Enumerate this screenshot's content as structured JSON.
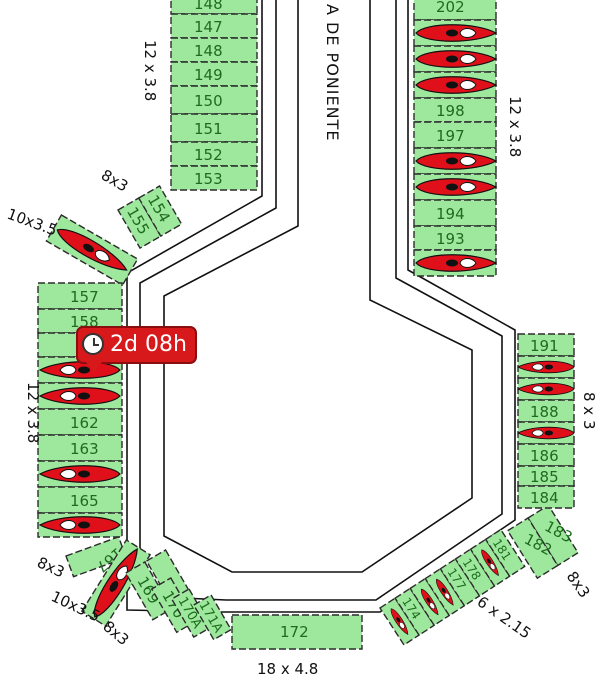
{
  "street_name": "A DE PONIENTE",
  "tooltip": {
    "duration": "2d 08h",
    "icon": "clock-icon"
  },
  "colors": {
    "free_berth": "#9ee89e",
    "boat": "#e0101a",
    "berth_border": "#2b2b2b"
  },
  "dimensions": {
    "top_left": "12 x 3.8",
    "top_right": "12 x 3.8",
    "left_mid": "12 x 3.8",
    "right_mid": "8 x 3",
    "bottom_center": "18 x 4.8",
    "bottom_right": "6 x 2.15",
    "far_right": "8x3",
    "diag_8x3_top": "8x3",
    "diag_10x35_top": "10x3.5",
    "left_8x3": "8x3",
    "left_10x35": "10x3.5",
    "left_8x3_b": "8x3"
  },
  "berths": {
    "b148": "148",
    "b147": "147",
    "b148b": "148",
    "b149": "149",
    "b150": "150",
    "b151": "151",
    "b152": "152",
    "b153": "153",
    "b202": "202",
    "b198": "198",
    "b197": "197",
    "b194": "194",
    "b193": "193",
    "b154": "154",
    "b155": "155",
    "b157": "157",
    "b158": "158",
    "b162": "162",
    "b163": "163",
    "b165": "165",
    "b191": "191",
    "b188": "188",
    "b186": "186",
    "b185": "185",
    "b184": "184",
    "b183": "183",
    "b182": "182",
    "b181": "181",
    "b178": "178",
    "b177": "177",
    "b174": "174",
    "b167": "167",
    "b169": "169",
    "b170": "170",
    "b170a": "170A",
    "b171a": "171A",
    "b172": "172"
  }
}
